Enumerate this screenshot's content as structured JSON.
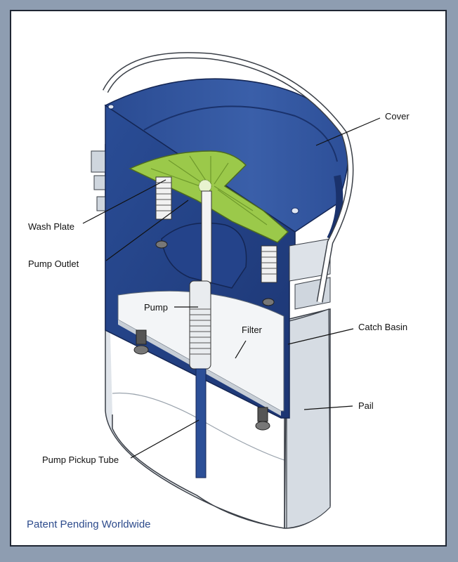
{
  "labels": {
    "cover": "Cover",
    "wash_plate": "Wash Plate",
    "pump_outlet": "Pump Outlet",
    "pump": "Pump",
    "filter": "Filter",
    "catch_basin": "Catch Basin",
    "pail": "Pail",
    "pump_pickup_tube": "Pump Pickup Tube"
  },
  "footer": "Patent Pending Worldwide",
  "colors": {
    "background": "#8e9db1",
    "blue_dark": "#1f3a78",
    "blue_mid": "#2c4f97",
    "blue_light": "#3b62ad",
    "green": "#9bc94a",
    "pail_gray": "#e7ebef",
    "footer_text": "#2d4b8c"
  }
}
